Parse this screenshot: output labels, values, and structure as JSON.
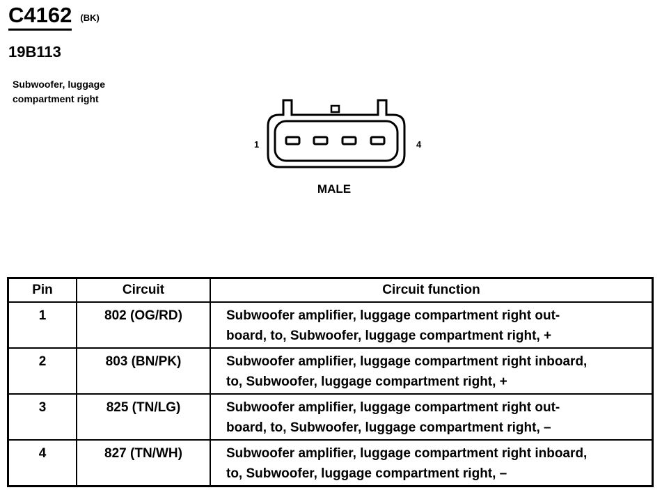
{
  "connector": {
    "id": "C4162",
    "color_code": "(BK)",
    "part_number": "19B113",
    "location_line1": "Subwoofer, luggage",
    "location_line2": "compartment right",
    "gender": "MALE",
    "pin_start_label": "1",
    "pin_end_label": "4"
  },
  "table": {
    "headers": {
      "pin": "Pin",
      "circuit": "Circuit",
      "function": "Circuit function"
    },
    "rows": [
      {
        "pin": "1",
        "circuit": "802 (OG/RD)",
        "function_line1": "Subwoofer amplifier, luggage compartment right out-",
        "function_line2": "board, to, Subwoofer, luggage compartment right, +"
      },
      {
        "pin": "2",
        "circuit": "803 (BN/PK)",
        "function_line1": "Subwoofer amplifier, luggage compartment right inboard,",
        "function_line2": "to, Subwoofer, luggage compartment right, +"
      },
      {
        "pin": "3",
        "circuit": "825 (TN/LG)",
        "function_line1": "Subwoofer amplifier, luggage compartment right out-",
        "function_line2": "board, to, Subwoofer, luggage compartment right, –"
      },
      {
        "pin": "4",
        "circuit": "827 (TN/WH)",
        "function_line1": "Subwoofer amplifier, luggage compartment right inboard,",
        "function_line2": "to, Subwoofer, luggage compartment right, –"
      }
    ]
  }
}
